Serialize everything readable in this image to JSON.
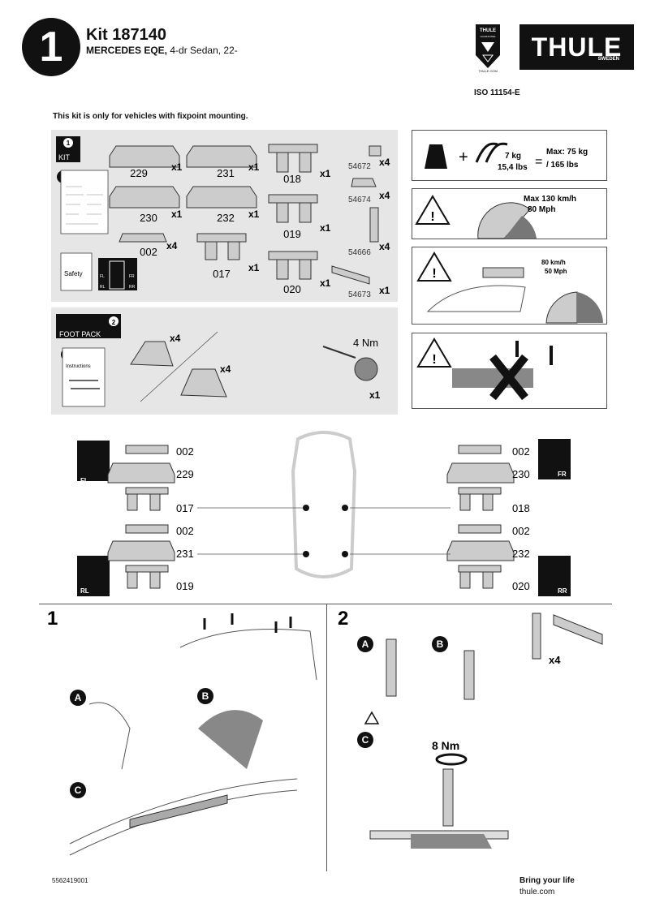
{
  "header": {
    "step_badge": "1",
    "kit_title": "Kit 187140",
    "vehicle_make": "MERCEDES EQE,",
    "vehicle_desc": "4-dr Sedan, 22-",
    "iso": "ISO 11154-E",
    "brand": "THULE",
    "brand_sub": "SWEDEN",
    "guarantee_top": "THULE",
    "guarantee_sub": "GUARANTEE",
    "guarantee_url": "THULE.COM"
  },
  "notice": "This kit is only for vehicles with fixpoint mounting.",
  "kit_panel": {
    "badge_num": "1",
    "label": "KIT",
    "booklet_num": "1",
    "safety_label": "Safety",
    "parts": [
      {
        "code": "229",
        "qty": "x1"
      },
      {
        "code": "231",
        "qty": "x1"
      },
      {
        "code": "018",
        "qty": "x1"
      },
      {
        "code": "230",
        "qty": "x1"
      },
      {
        "code": "232",
        "qty": "x1"
      },
      {
        "code": "019",
        "qty": "x1"
      },
      {
        "code": "002",
        "qty": "x4"
      },
      {
        "code": "017",
        "qty": "x1"
      },
      {
        "code": "020",
        "qty": "x1"
      }
    ],
    "small_parts": [
      {
        "code": "54672",
        "qty": "x4"
      },
      {
        "code": "54674",
        "qty": "x4"
      },
      {
        "code": "54666",
        "qty": "x4"
      },
      {
        "code": "54673",
        "qty": "x1"
      }
    ],
    "card_labels": [
      "FL",
      "FR",
      "RL",
      "RR"
    ]
  },
  "foot_panel": {
    "badge_num": "2",
    "label": "FOOT PACK",
    "booklet_num": "2",
    "instructions_label": "Instructions",
    "foot_qty_1": "x4",
    "foot_qty_2": "x4",
    "torque": "4 Nm",
    "key_qty": "x1"
  },
  "warnings": {
    "weight_kg": "7 kg",
    "weight_lbs": "15,4 lbs",
    "equals": "=",
    "plus": "+",
    "max_load": "Max: 75 kg",
    "max_load_lbs": "/ 165 lbs",
    "speed_max": "Max  130 km/h",
    "speed_mph": "80 Mph",
    "speed2_kmh": "80 km/h",
    "speed2_mph": "50 Mph"
  },
  "positions": {
    "fl": {
      "corner": "FL",
      "top": "002",
      "bar": "229",
      "bracket": "017"
    },
    "fr": {
      "corner": "FR",
      "top": "002",
      "bar": "230",
      "bracket": "018"
    },
    "rl": {
      "corner": "RL",
      "top": "002",
      "bar": "231",
      "bracket": "019"
    },
    "rr": {
      "corner": "RR",
      "top": "002",
      "bar": "232",
      "bracket": "020"
    }
  },
  "step1": {
    "num": "1",
    "a": "A",
    "b": "B",
    "c": "C"
  },
  "step2": {
    "num": "2",
    "a": "A",
    "b": "B",
    "c": "C",
    "qty": "x4",
    "torque": "8 Nm"
  },
  "footer": {
    "code": "5562419001",
    "slogan": "Bring your life",
    "url": "thule.com"
  }
}
